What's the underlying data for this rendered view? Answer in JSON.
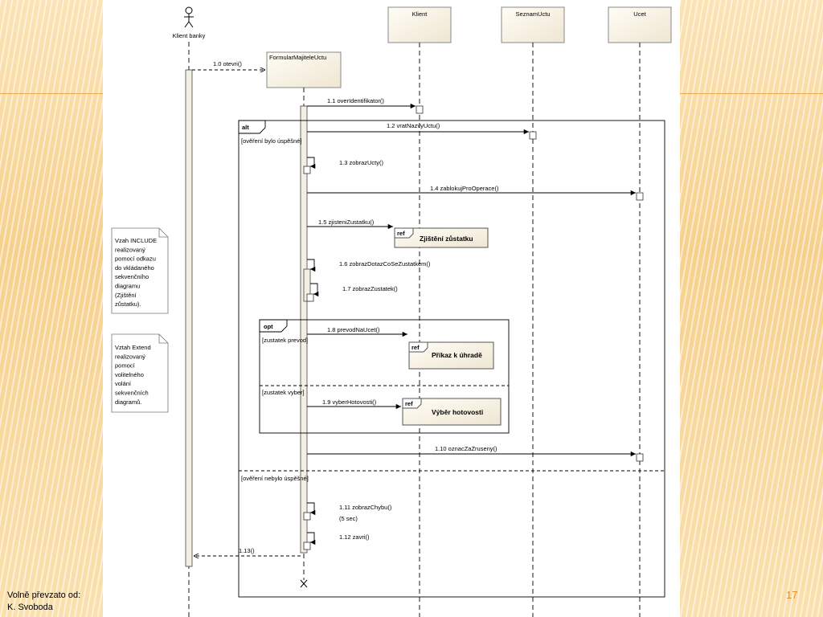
{
  "slide": {
    "credit_line1": "Volně převzato od:",
    "credit_line2": "K. Svoboda",
    "page_number": "17"
  },
  "diagram": {
    "actor": "Klient banky",
    "lifelines": {
      "form": "FormularMajiteleUctu",
      "klient": "Klient",
      "seznam": "SeznamUctu",
      "ucet": "Ucet"
    },
    "messages": {
      "m1_0": "1.0 otevri()",
      "m1_1": "1.1 overIdentifikator()",
      "m1_2": "1.2 vratNazvyUctu()",
      "m1_3": "1.3 zobrazUcty()",
      "m1_4": "1.4 zablokujProOperace()",
      "m1_5": "1.5 zjisteniZustatku()",
      "m1_6": "1.6 zobrazDotazCoSeZustatkem()",
      "m1_7": "1.7 zobrazZustatek()",
      "m1_8": "1.8 prevodNaUcet()",
      "m1_9": "1.9 vyberHotovosti()",
      "m1_10": "1.10 oznacZaZruseny()",
      "m1_11": "1.11 zobrazChybu()",
      "m1_11b": "(5 sec)",
      "m1_12": "1.12 zavri()",
      "m1_13": "1.13()"
    },
    "fragments": {
      "alt": "alt",
      "alt_guard1": "[ověření bylo úspěšné]",
      "alt_guard2": "[ověření nebylo úspěšné]",
      "opt": "opt",
      "opt_guard1": "[zustatek prevod]",
      "opt_guard2": "[zustatek vyber]",
      "ref": "ref"
    },
    "refs": {
      "r1": "Zjištění zůstatku",
      "r2": "Příkaz k úhradě",
      "r3": "Výběr hotovosti"
    },
    "notes": {
      "note1": [
        "Vzah INCLUDE",
        "realizovaný",
        "pomocí odkazu",
        "do vkládaného",
        "sekvenčního",
        "diagramu",
        "(Zjištění",
        "zůstatku)."
      ],
      "note2": [
        "Vztah Extend",
        "realizovaný",
        "pomocí",
        "volitelného",
        "volání",
        "sekvenčních",
        "diagramů."
      ]
    }
  }
}
